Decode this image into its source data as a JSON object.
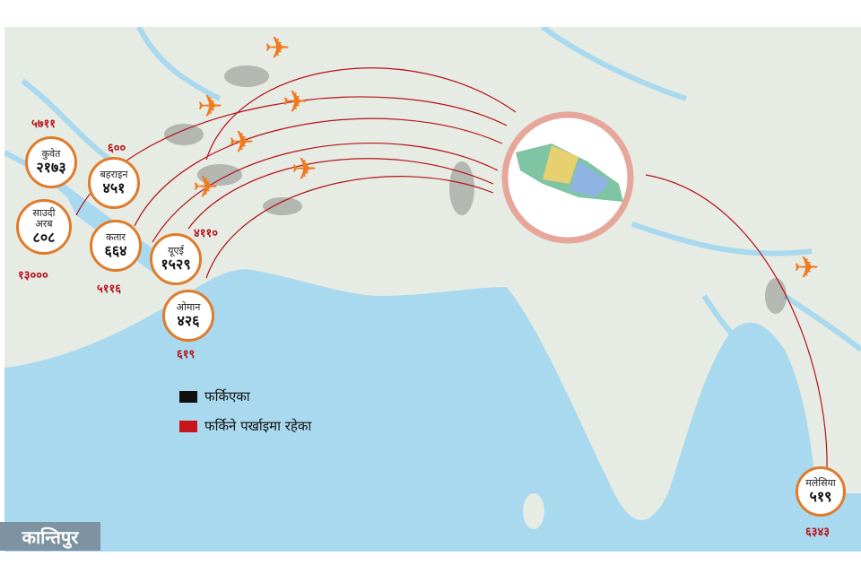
{
  "legend": {
    "returned": {
      "label": "फर्किएका",
      "color": "#111111"
    },
    "waiting": {
      "label": "फर्किने पर्खाइमा रहेका",
      "color": "#c8151b"
    }
  },
  "countries": [
    {
      "name": "कुवेत",
      "returned": "२१७३",
      "waiting": "५७११"
    },
    {
      "name": "साउदी अरब",
      "returned": "८०८",
      "waiting": "१३०००"
    },
    {
      "name": "बहराइन",
      "returned": "४५१",
      "waiting": "६००"
    },
    {
      "name": "कतार",
      "returned": "६६४",
      "waiting": "५११६"
    },
    {
      "name": "यूएई",
      "returned": "१५२९",
      "waiting": "४११०"
    },
    {
      "name": "ओमान",
      "returned": "४२६",
      "waiting": "६१९"
    },
    {
      "name": "मलेसिया",
      "returned": "५१९",
      "waiting": "६३४३"
    }
  ],
  "logo": "कान्तिपुर",
  "colors": {
    "sea": "#a9d9ef",
    "land": "#e6ebe3",
    "accent": "#e07b2a",
    "arrow": "#b5121b"
  }
}
